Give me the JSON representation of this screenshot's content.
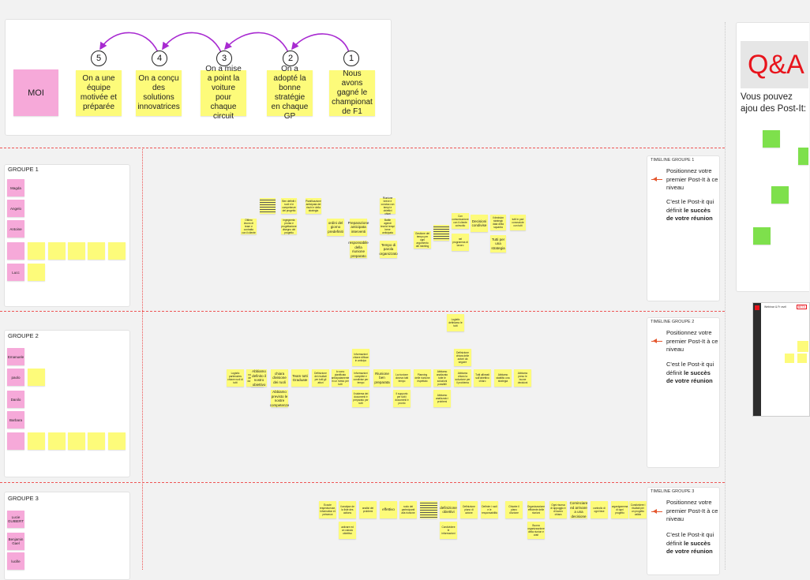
{
  "top": {
    "moi_label": "MOI",
    "steps": [
      {
        "num": "5",
        "text": "On a une équipe motivée et préparée"
      },
      {
        "num": "4",
        "text": "On a conçu des solutions innovatrices"
      },
      {
        "num": "3",
        "text": "On a mise a point la voiture pour chaque circuit"
      },
      {
        "num": "2",
        "text": "On a adopté la bonne stratégie en chaque GP"
      },
      {
        "num": "1",
        "text": "Nous avons gagné le championat de F1"
      }
    ]
  },
  "groups": [
    {
      "title": "GROUPE 1",
      "members": [
        "Magda",
        "Angelo",
        "Antoine",
        "",
        "Lucc"
      ],
      "timeline_title": "TIMELINE GROUPE 1"
    },
    {
      "title": "GROUPE 2",
      "members": [
        "Emanuele",
        "paolo",
        "Danilo",
        "Barbara",
        ""
      ],
      "timeline_title": "TIMELINE GROUPE 2"
    },
    {
      "title": "GROUPE 3",
      "members": [
        "Lucie GUIBERT",
        "Benjamin Gael",
        "lucille"
      ],
      "timeline_title": "TIMELINE GROUPE 3"
    }
  ],
  "timeline_instructions": {
    "line1": "Positionnez votre premier Post-It à ce niveau",
    "line2_prefix": "C'est le Post-it qui définit ",
    "line2_bold": "le succès de votre réunion"
  },
  "g1_notes": [
    "Ottimo lavoro di team e contratto con il cliente",
    "",
    "Ben definiti i ruoli e le competenze del progetto",
    "ingegneria pronta e progettazione disegno del progetto",
    "Pianificazione anticipata dei rischi e della strategia",
    "ordini del giorno predefiniti",
    "Preparazione anticipata interventi",
    "responsabile della riunione preparato",
    "Riunione breve e concisa con tempi e obiettivi chiari",
    "Battle agendi tecnici tempi bene anticipata",
    "Tempo di parola organizzato",
    "Gestione del tempo per ogni argomento del meeting",
    "",
    "Con comunicazione con il cliente coinvolto",
    "nel programma di lavoro",
    "Decisioni condivise",
    "il decision strategic data della squadra",
    "tutti in pari conosciute con tutti",
    "Tutti per una strategia"
  ],
  "g2_notes": [
    "Logistic partenaires chiave ruoli di tutti",
    "notre chiave dell'obiettivo da sviluppare",
    "Abbiamo definito il nostro obiettivo",
    "chiara divisione dei ruoli",
    "Abbiamo previsto le nostre competenze",
    "Team tutti Graduate",
    "Definizione dei risultati per tutti gli attori",
    "Io sono pianificato anticipatamente in un rivisto per tutti",
    "Informazioni chiave diffuse in anticipo",
    "Informazioni complete e condivise per tempo",
    "Il sistema dei documenti è preparato per tutti",
    "Riunione ben preparata",
    "La riunione doveva tutti tempo",
    "Il supporto per tutti i documenti è pronto",
    "Planning delle riunione rispettato",
    "Abbiamo analizzato tutte le soluzioni possibili",
    "Abbiamo analizzato i problemi",
    "Definizione chiara delle azioni da seguire",
    "Abbiamo chiaro la soluzione per il problema",
    "Tutti allineati sull'obiettivo chiaro",
    "Abbiamo stabilito una strategia",
    "Abbiamo preso le buone decisioni",
    "Logistic definiamo le tutti"
  ],
  "g3_notes": [
    "Ecoute respectueuse, information et présence",
    "il analyse de la liste des actions",
    "activare ed un calcolo obiettivo",
    "analisi dei problemi",
    "effettivo",
    "ruolo dei partecipanti alla riunione",
    "",
    "definizione obiettivi",
    "Condividere le informazioni",
    "Definizione piano di azione",
    "Definire i ruoli e le responsabilità",
    "Chiarire il piano d'azione",
    "Organizzazione efficiente delle riunioni",
    "Buona organizzazione della riunion e orari",
    "Ogni risorsa di appoggio e di lavoro chiara",
    "Cominciare ed arrivare a una decisione",
    "controllo di ogni fase",
    "organigramma di ogni progetto",
    "Condividere i risultati per un progetto valido"
  ],
  "side": {
    "qa_title": "Q&A",
    "qa_text": "Vous pouvez ajou des Post-It:",
    "mini_tab": "Webinar & Fr avril",
    "mini_badge": "BETA"
  },
  "colors": {
    "pink": "#f6a9d9",
    "yellow": "#fdfb7a",
    "green": "#7ee04c",
    "accent": "#e8141c",
    "arrow": "#a82ad1"
  }
}
